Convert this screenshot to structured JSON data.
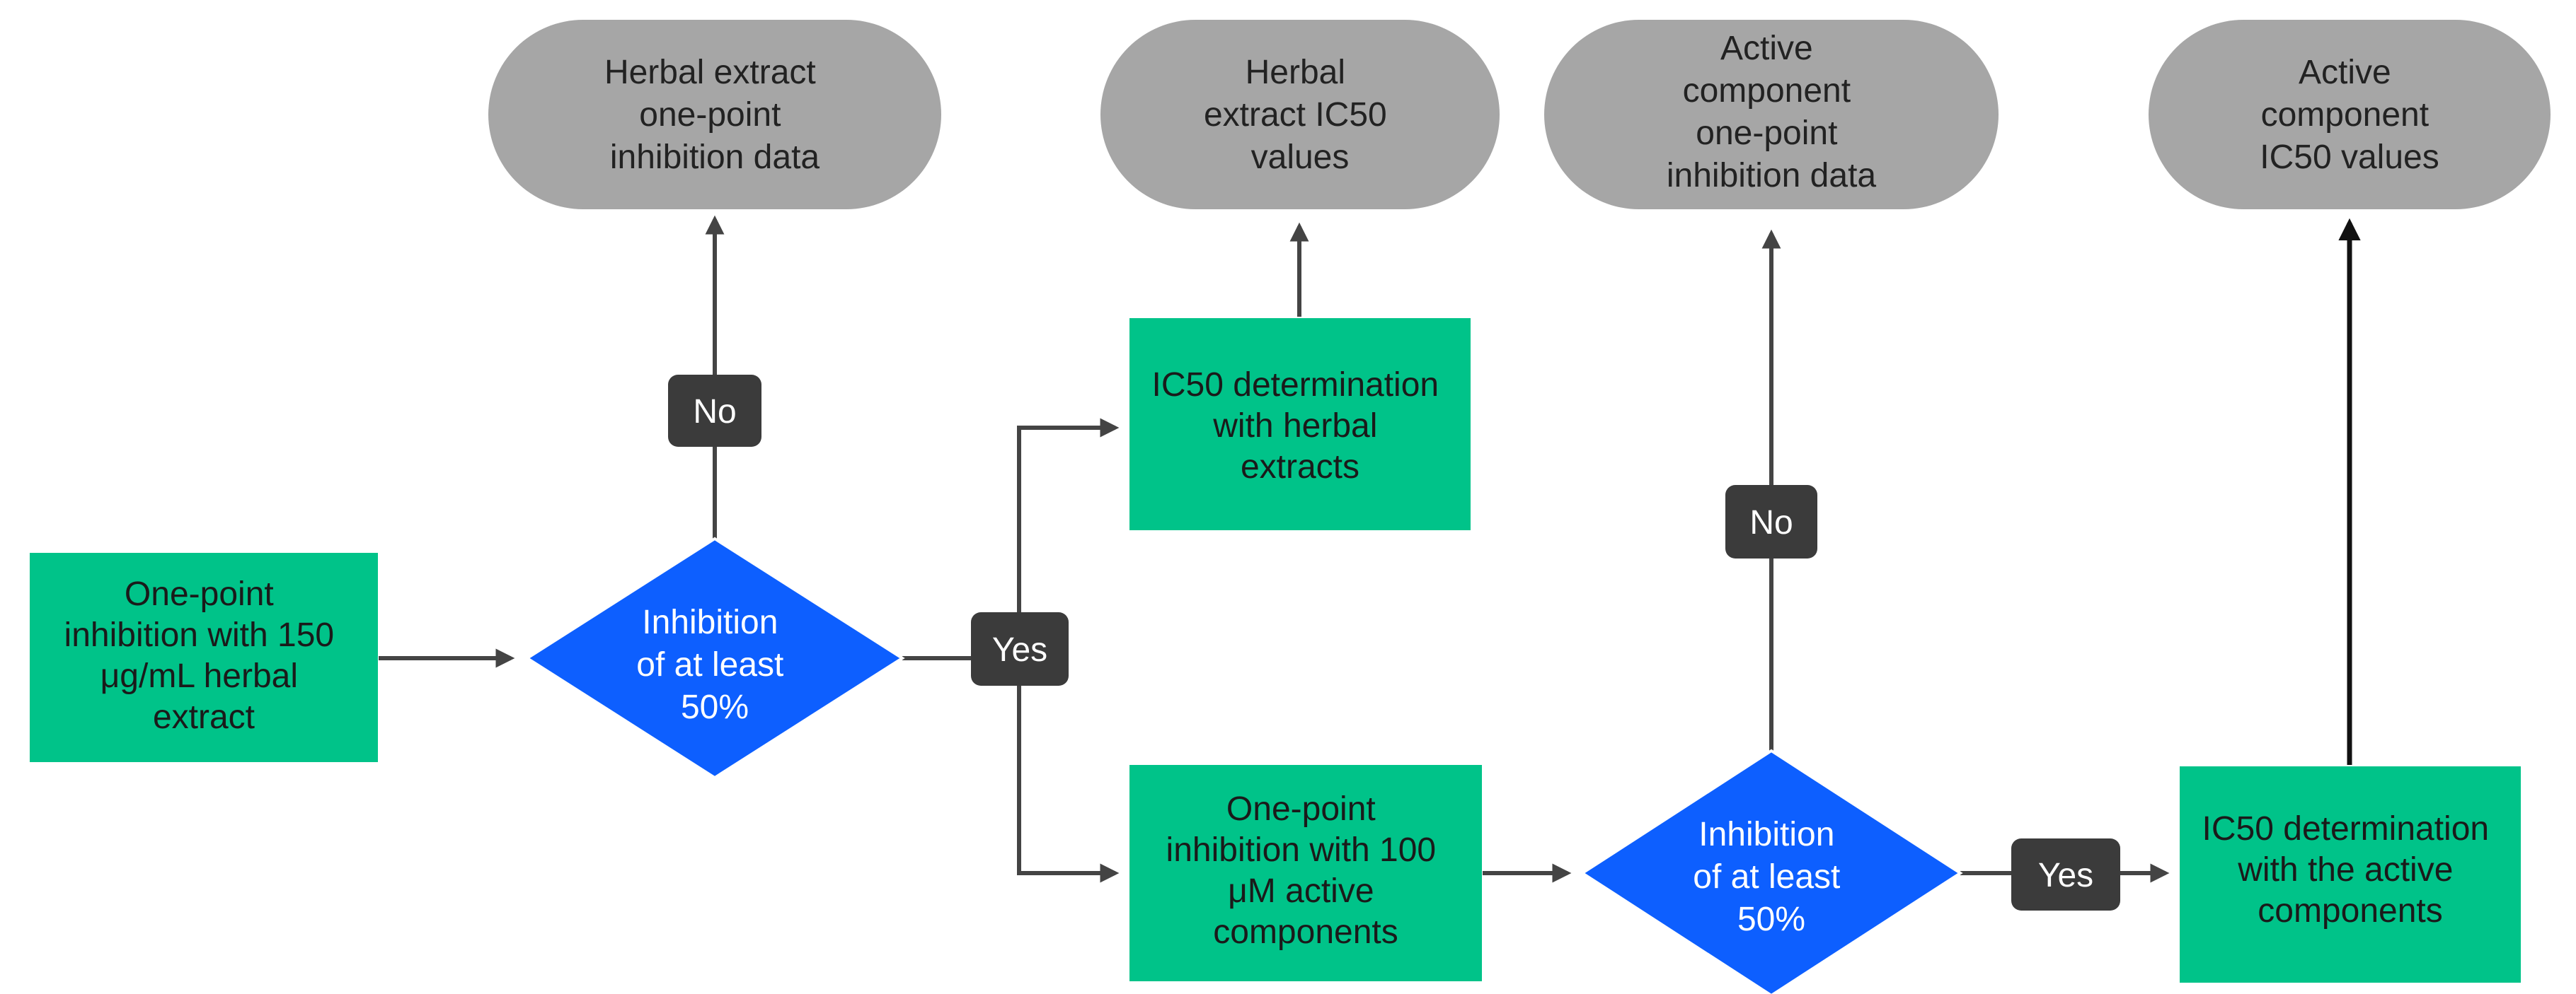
{
  "colors": {
    "terminal_fill": "#a6a6a6",
    "process_fill": "#00c389",
    "decision_fill": "#0d5fff",
    "tag_fill": "#3b3b3b",
    "edge": "#444444"
  },
  "nodes": {
    "term_herbal_onepoint": {
      "lines": [
        "Herbal extract",
        "one-point",
        "inhibition data"
      ]
    },
    "term_herbal_ic50": {
      "lines": [
        "Herbal",
        "extract IC50",
        "values"
      ]
    },
    "term_active_onepoint": {
      "lines": [
        "Active",
        "component",
        "one-point",
        "inhibition data"
      ]
    },
    "term_active_ic50": {
      "lines": [
        "Active",
        "component",
        "IC50 values"
      ]
    },
    "proc_onepoint_herbal": {
      "lines": [
        "One-point",
        "inhibition with 150",
        "μg/mL herbal",
        "extract"
      ]
    },
    "proc_ic50_herbal": {
      "lines": [
        "IC50 determination",
        "with herbal",
        "extracts"
      ]
    },
    "proc_onepoint_active": {
      "lines": [
        "One-point",
        "inhibition with 100",
        "μM active",
        "components"
      ]
    },
    "proc_ic50_active": {
      "lines": [
        "IC50 determination",
        "with the active",
        "components"
      ]
    },
    "dec_herbal": {
      "lines": [
        "Inhibition",
        "of at least",
        "50%"
      ]
    },
    "dec_active": {
      "lines": [
        "Inhibition",
        "of at least",
        "50%"
      ]
    }
  },
  "edge_labels": {
    "no_herbal": "No",
    "yes_herbal": "Yes",
    "no_active": "No",
    "yes_active": "Yes"
  }
}
